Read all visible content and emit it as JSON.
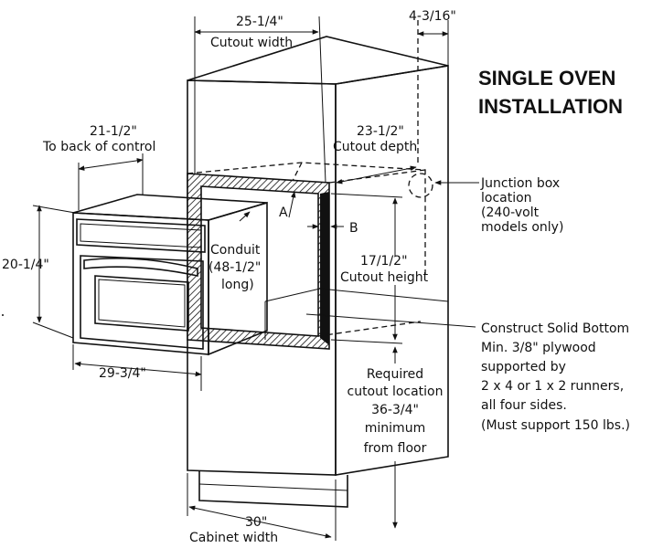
{
  "title": {
    "line1": "SINGLE OVEN",
    "line2": "INSTALLATION"
  },
  "dimensions": {
    "cutout_width_value": "25-1/4\"",
    "cutout_width_label": "Cutout width",
    "top_offset_value": "4-3/16\"",
    "control_depth_value": "21-1/2\"",
    "control_depth_label": "To back of control",
    "cutout_depth_value": "23-1/2\"",
    "cutout_depth_label": "Cutout depth",
    "oven_height_value": "20-1/4\"",
    "oven_depth_value": "29-3/4\"",
    "cutout_height_value": "17/1/2\"",
    "cutout_height_label": "Cutout height",
    "cabinet_width_value": "30\"",
    "cabinet_width_label": "Cabinet width"
  },
  "labels": {
    "a": "A",
    "b": "B",
    "conduit": [
      "Conduit",
      "(48-1/2\"",
      "long)"
    ],
    "junction_box": [
      "Junction box",
      "location",
      "(240-volt",
      "models only)"
    ],
    "solid_bottom": [
      "Construct Solid Bottom",
      "Min. 3/8\" plywood",
      "supported by",
      "2 x 4 or 1 x 2 runners,",
      "all four sides.",
      "(Must support 150 lbs.)"
    ],
    "required_location": [
      "Required",
      "cutout location",
      "36-3/4\"",
      "minimum",
      "from floor"
    ]
  }
}
